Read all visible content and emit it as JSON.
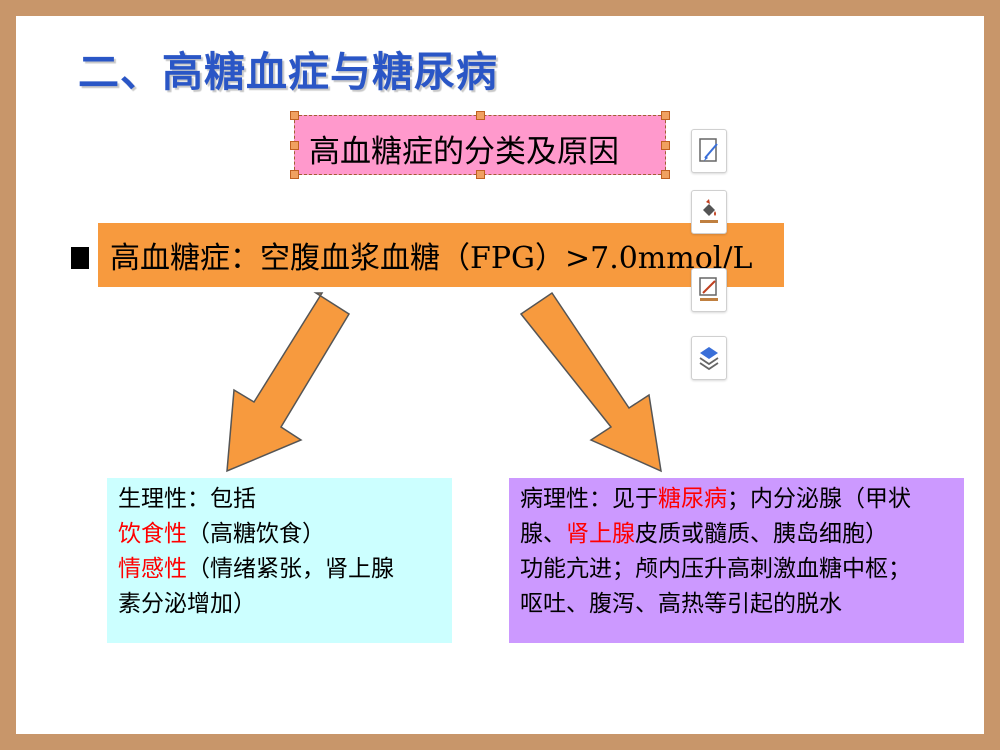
{
  "title": "二、高糖血症与糖尿病",
  "subtitle": "高血糖症的分类及原因",
  "definition": "高血糖症：空腹血浆血糖（FPG）>7.0mmol/L",
  "toolbar": {
    "items": [
      {
        "icon": "edit-text-icon"
      },
      {
        "icon": "fill-color-icon"
      },
      {
        "icon": "outline-color-icon"
      },
      {
        "icon": "layers-icon"
      }
    ]
  },
  "left_box": {
    "line1": "生理性：包括",
    "line2_red": "饮食性",
    "line2_rest": "（高糖饮食）",
    "line3_red": "情感性",
    "line3_rest": "（情绪紧张，肾上腺",
    "line4": "素分泌增加）"
  },
  "right_box": {
    "line1_pre": "病理性：见于",
    "line1_red": "糖尿病",
    "line1_post": "；内分泌腺（甲状",
    "line2_pre": "腺、",
    "line2_red": "肾上腺",
    "line2_post": "皮质或髓质、胰岛细胞）",
    "line3": "功能亢进；颅内压升高刺激血糖中枢；",
    "line4": "呕吐、腹泻、高热等引起的脱水"
  },
  "colors": {
    "frame": "#C8966A",
    "title": "#2A56C6",
    "subtitle_fill": "#FF99CC",
    "definition_fill": "#F79A3E",
    "arrow_fill": "#F79A3E",
    "left_box_fill": "#CCFFFF",
    "right_box_fill": "#CC99FF",
    "highlight": "#FF0000"
  }
}
